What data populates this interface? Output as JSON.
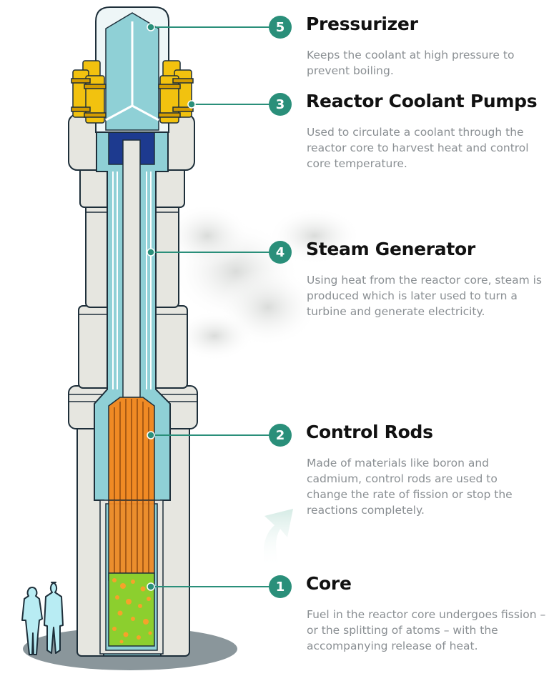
{
  "colors": {
    "accent": "#2a8f7a",
    "coolant": "#8fd0d6",
    "rods": "#f08a24",
    "core": "#8ccf2e",
    "pumps": "#f2c20f",
    "vessel": "#e6e6e0",
    "dark_blue": "#1d3a8f"
  },
  "callouts": [
    {
      "number": "5",
      "title": "Pressurizer",
      "description": "Keeps the coolant at high pressure to prevent boiling."
    },
    {
      "number": "3",
      "title": "Reactor Coolant Pumps",
      "description": "Used to circulate a coolant through the reactor core to harvest heat and control core temperature."
    },
    {
      "number": "4",
      "title": "Steam Generator",
      "description": "Using heat from the reactor core, steam is produced which is later used to turn a turbine and generate electricity."
    },
    {
      "number": "2",
      "title": "Control Rods",
      "description": "Made of materials like boron and cadmium, control rods are used to change the rate of fission or stop the reactions completely."
    },
    {
      "number": "1",
      "title": "Core",
      "description": "Fuel in the reactor core undergoes fission – or the splitting of atoms – with the accompanying release of heat."
    }
  ]
}
